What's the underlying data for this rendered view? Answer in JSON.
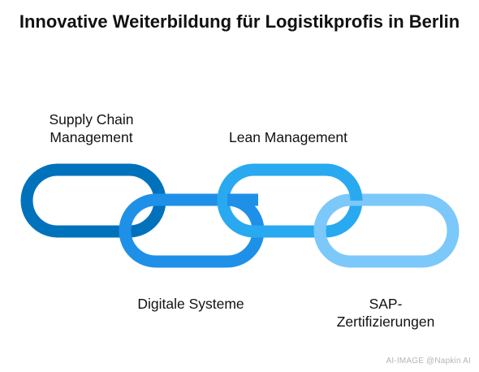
{
  "title": "Innovative Weiterbildung für Logistikprofis in Berlin",
  "links": [
    {
      "label": "Supply Chain Management",
      "color": "#0072BC"
    },
    {
      "label": "Lean Management",
      "color": "#29A9F0"
    },
    {
      "label": "Digitale Systeme",
      "color": "#1E90E8"
    },
    {
      "label": "SAP-Zertifizierungen",
      "color": "#7CC8FA"
    }
  ],
  "footer": "AI-IMAGE  @Napkin AI"
}
